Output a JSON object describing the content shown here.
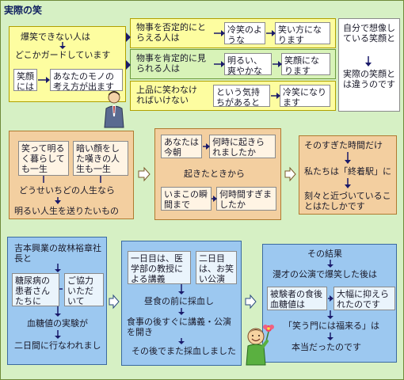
{
  "title": "実際の笑",
  "s1": {
    "left_top": "爆笑できない人は",
    "left_mid": "どこかガードしています",
    "left_a": "笑顔には",
    "left_b": "あなたのモノの考え方が出ます",
    "r1a": "物事を否定的にとらえる人は",
    "r1b": "冷笑のような",
    "r1c": "笑い方になります",
    "r2a": "物事を肯定的に見られる人は",
    "r2b": "明るい、爽やかな",
    "r2c": "笑顔になります",
    "r3a": "上品に笑わなければいけない",
    "r3b": "という気持ちがあると",
    "r3c": "冷笑になります",
    "side_a": "自分で想像している笑顔と",
    "side_b": "実際の笑顔とは違うのです"
  },
  "s2": {
    "a1": "笑って明るく暮らしても一生",
    "a2": "暗い顔をした嘆きの人生も一生",
    "a3": "どうせいちどの人生なら",
    "a4": "明るい人生を送りたいもの",
    "b1": "あなたは今朝",
    "b2": "何時に起きられましたか",
    "b3": "起きたときから",
    "b4": "いまこの瞬間まで",
    "b5": "何時間すぎましたか",
    "c1": "そのすぎた時間だけ",
    "c2": "私たちは「終着駅」に",
    "c3": "刻々と近づいていることはたしかです"
  },
  "s3": {
    "a1": "吉本興業の故林裕章社長と",
    "a2": "糖尿病の患者さんたちに",
    "a3": "ご協力いただいて",
    "a4": "血糖値の実験が",
    "a5": "二日間に行なわれました",
    "b1": "一日目は、医学部の教授による講義",
    "b2": "二日目は、お笑い公演",
    "b3": "昼食の前に採血し",
    "b4": "食事の後すぐに講義・公演を開き",
    "b5": "その後でまた採血しました",
    "c1": "その結果",
    "c2": "漫才の公演で爆笑した後は",
    "c3": "被験者の食後血糖値は",
    "c4": "大幅に抑えられたのです",
    "c5": "「笑う門には福来る」は",
    "c6": "本当だったのです"
  }
}
